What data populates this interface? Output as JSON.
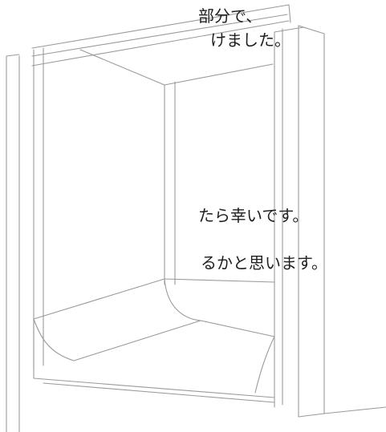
{
  "caption_lines": [
    "部分で、",
    "けました。",
    "たら幸いです。",
    "るかと思います。"
  ],
  "colors": {
    "background": "#ffffff",
    "text": "#1f1f1f",
    "line": "#9a9a9a"
  }
}
